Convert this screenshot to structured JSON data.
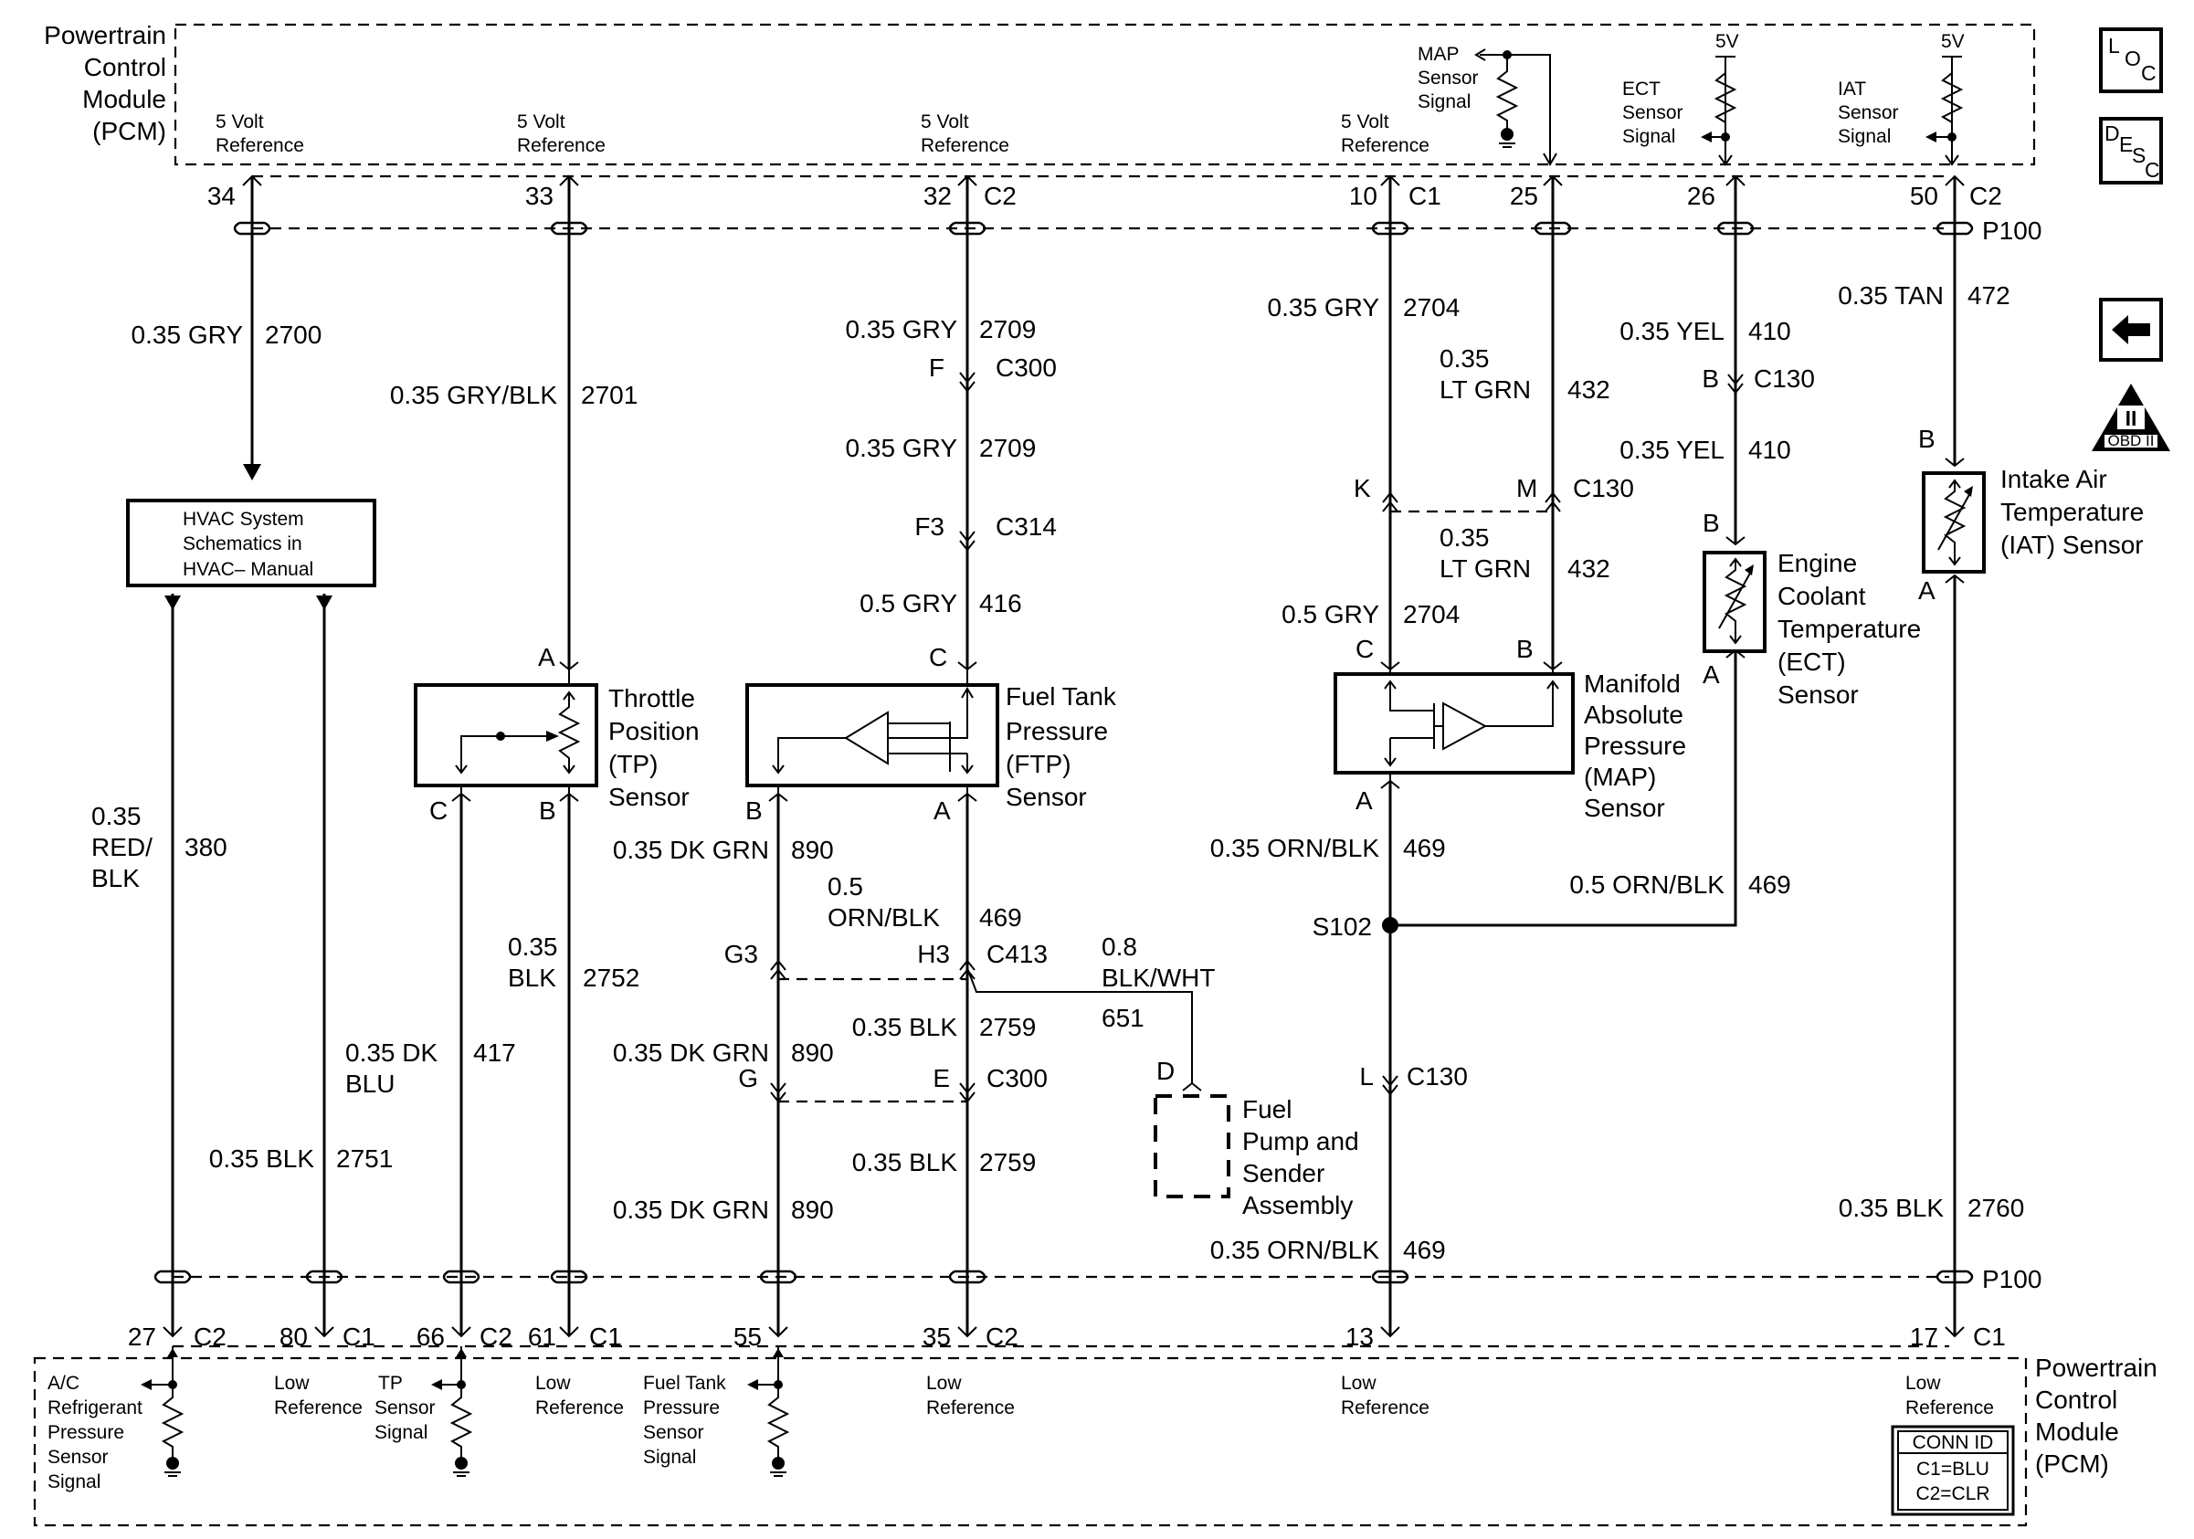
{
  "pcm_top": {
    "title_lines": [
      "Powertrain",
      "Control",
      "Module",
      "(PCM)"
    ]
  },
  "pcm_bottom": {
    "title_lines": [
      "Powertrain",
      "Control",
      "Module",
      "(PCM)"
    ]
  },
  "pcm_top_signals": {
    "ref34": [
      "5 Volt",
      "Reference"
    ],
    "ref33": [
      "5 Volt",
      "Reference"
    ],
    "ref32": [
      "5 Volt",
      "Reference"
    ],
    "ref10": [
      "5 Volt",
      "Reference"
    ],
    "map": [
      "MAP",
      "Sensor",
      "Signal"
    ],
    "ect": [
      "ECT",
      "Sensor",
      "Signal"
    ],
    "iat": [
      "IAT",
      "Sensor",
      "Signal"
    ],
    "v5a": "5V",
    "v5b": "5V"
  },
  "top_pins": {
    "p34": "34",
    "p33": "33",
    "p32": "32",
    "c2a": "C2",
    "p10": "10",
    "c1a": "C1",
    "p25": "25",
    "p26": "26",
    "p50": "50",
    "c2b": "C2",
    "p100_top": "P100"
  },
  "bottom_pins": {
    "p27": "27",
    "c2_27": "C2",
    "p80": "80",
    "c1_80": "C1",
    "p66": "66",
    "c2_66": "C2",
    "p61": "61",
    "c1_61": "C1",
    "p55": "55",
    "p35": "35",
    "c2_35": "C2",
    "p13": "13",
    "p17": "17",
    "c1_17": "C1",
    "p100_bot": "P100"
  },
  "pcm_bottom_signals": {
    "ac": [
      "A/C",
      "Refrigerant",
      "Pressure",
      "Sensor",
      "Signal"
    ],
    "low80": [
      "Low",
      "Reference"
    ],
    "tp": [
      "TP",
      "Sensor",
      "Signal"
    ],
    "low61": [
      "Low",
      "Reference"
    ],
    "ftp": [
      "Fuel Tank",
      "Pressure",
      "Sensor",
      "Signal"
    ],
    "low35": [
      "Low",
      "Reference"
    ],
    "low13": [
      "Low",
      "Reference"
    ],
    "low17": [
      "Low",
      "Reference"
    ]
  },
  "conn_id": {
    "title": "CONN ID",
    "c1": "C1=BLU",
    "c2": "C2=CLR"
  },
  "icons": {
    "loc": [
      "L",
      "O",
      "C"
    ],
    "desc": [
      "D",
      "E",
      "S",
      "C"
    ],
    "obd": "II",
    "obd_sub": "OBD II"
  },
  "components": {
    "hvac": [
      "HVAC System",
      "Schematics in",
      "HVAC– Manual"
    ],
    "tp": [
      "Throttle",
      "Position",
      "(TP)",
      "Sensor"
    ],
    "ftp": [
      "Fuel Tank",
      "Pressure",
      "(FTP)",
      "Sensor"
    ],
    "map": [
      "Manifold",
      "Absolute",
      "Pressure",
      "(MAP)",
      "Sensor"
    ],
    "ect": [
      "Engine",
      "Coolant",
      "Temperature",
      "(ECT)",
      "Sensor"
    ],
    "iat": [
      "Intake Air",
      "Temperature",
      "(IAT) Sensor"
    ],
    "fuel_pump": [
      "Fuel",
      "Pump and",
      "Sender",
      "Assembly"
    ]
  },
  "wire_labels": {
    "w2700": {
      "color": "0.35 GRY",
      "circuit": "2700"
    },
    "w2701": {
      "color": "0.35 GRY/BLK",
      "circuit": "2701"
    },
    "w2709a": {
      "color": "0.35 GRY",
      "circuit": "2709"
    },
    "w2709b": {
      "color": "0.35 GRY",
      "circuit": "2709"
    },
    "w416": {
      "color": "0.5 GRY",
      "circuit": "416"
    },
    "w2704a": {
      "color": "0.35 GRY",
      "circuit": "2704"
    },
    "w432a": {
      "color_lines": [
        "0.35",
        "LT GRN"
      ],
      "circuit": "432"
    },
    "w432b": {
      "color_lines": [
        "0.35",
        "LT GRN"
      ],
      "circuit": "432"
    },
    "w2704b": {
      "color": "0.5 GRY",
      "circuit": "2704"
    },
    "w410a": {
      "color": "0.35 YEL",
      "circuit": "410"
    },
    "w410b": {
      "color": "0.35 YEL",
      "circuit": "410"
    },
    "w472": {
      "color": "0.35 TAN",
      "circuit": "472"
    },
    "w380": {
      "color_lines": [
        "0.35",
        "RED/",
        "BLK"
      ],
      "circuit": "380"
    },
    "w2751": {
      "color": "0.35 BLK",
      "circuit": "2751"
    },
    "w417": {
      "color_lines": [
        "0.35 DK",
        "BLU"
      ],
      "circuit": "417"
    },
    "w2752": {
      "color_lines": [
        "0.35",
        "BLK"
      ],
      "circuit": "2752"
    },
    "w890a": {
      "color": "0.35 DK GRN",
      "circuit": "890"
    },
    "w890b": {
      "color": "0.35 DK GRN",
      "circuit": "890"
    },
    "w890c": {
      "color": "0.35 DK GRN",
      "circuit": "890"
    },
    "w469a": {
      "color_lines": [
        "0.5",
        "ORN/BLK"
      ],
      "circuit": "469"
    },
    "w2759a": {
      "color": "0.35 BLK",
      "circuit": "2759"
    },
    "w2759b": {
      "color": "0.35 BLK",
      "circuit": "2759"
    },
    "w651": {
      "color_lines": [
        "0.8",
        "BLK/WHT"
      ],
      "circuit": "651"
    },
    "w469b": {
      "color": "0.35 ORN/BLK",
      "circuit": "469"
    },
    "w469c": {
      "color": "0.5 ORN/BLK",
      "circuit": "469"
    },
    "w469d": {
      "color": "0.35 ORN/BLK",
      "circuit": "469"
    },
    "w2760": {
      "color": "0.35 BLK",
      "circuit": "2760"
    }
  },
  "connectors": {
    "c300a": "C300",
    "f_300": "F",
    "c314": "C314",
    "f3": "F3",
    "c130a": "C130",
    "k": "K",
    "m": "M",
    "c130b": "C130",
    "b_130": "B",
    "c413": "C413",
    "g3": "G3",
    "h3": "H3",
    "c300b": "C300",
    "g": "G",
    "e": "E",
    "c130c": "C130",
    "l": "L",
    "s102": "S102"
  },
  "pins": {
    "tp_a": "A",
    "tp_c": "C",
    "tp_b": "B",
    "ftp_c": "C",
    "ftp_b": "B",
    "ftp_a": "A",
    "map_c": "C",
    "map_b": "B",
    "map_a": "A",
    "ect_b": "B",
    "ect_a": "A",
    "iat_b": "B",
    "iat_a": "A",
    "fp_d": "D"
  }
}
